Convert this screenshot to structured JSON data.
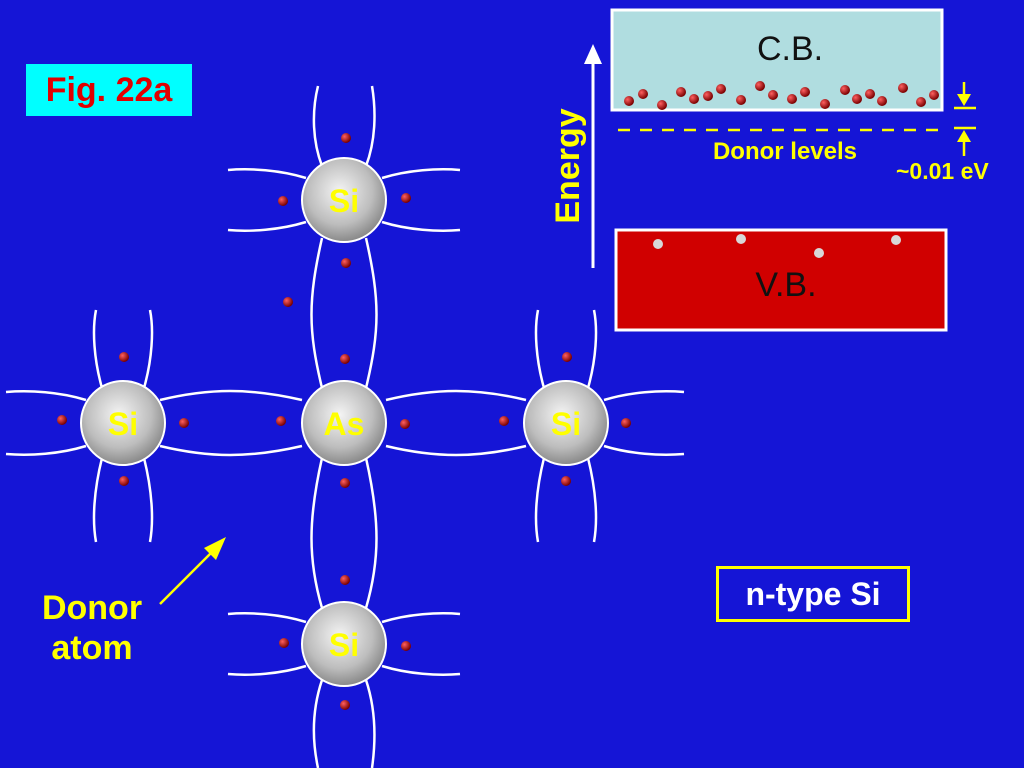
{
  "figure": {
    "label": "Fig. 22a",
    "material_label": "n-type Si",
    "donor_atom_line1": "Donor",
    "donor_atom_line2": "atom"
  },
  "lattice": {
    "atoms": [
      {
        "symbol": "Si",
        "role": "host"
      },
      {
        "symbol": "Si",
        "role": "host"
      },
      {
        "symbol": "As",
        "role": "donor"
      },
      {
        "symbol": "Si",
        "role": "host"
      },
      {
        "symbol": "Si",
        "role": "host"
      }
    ]
  },
  "band_diagram": {
    "conduction_band": "C.B.",
    "valence_band": "V.B.",
    "energy_axis": "Energy",
    "donor_levels": "Donor levels",
    "gap": "~0.01 eV"
  },
  "colors": {
    "background": "#1515d6",
    "conduction_band_fill": "#b0dde0",
    "valence_band_fill": "#d00000",
    "electron": "#a00000",
    "hole": "#d8d8d8",
    "annotation": "#ffff00",
    "bond": "#ffffff"
  },
  "icons": {
    "energy_arrow": "up-arrow-icon",
    "donor_pointer": "arrow-icon",
    "gap_markers": "down-up-arrow-icon"
  }
}
